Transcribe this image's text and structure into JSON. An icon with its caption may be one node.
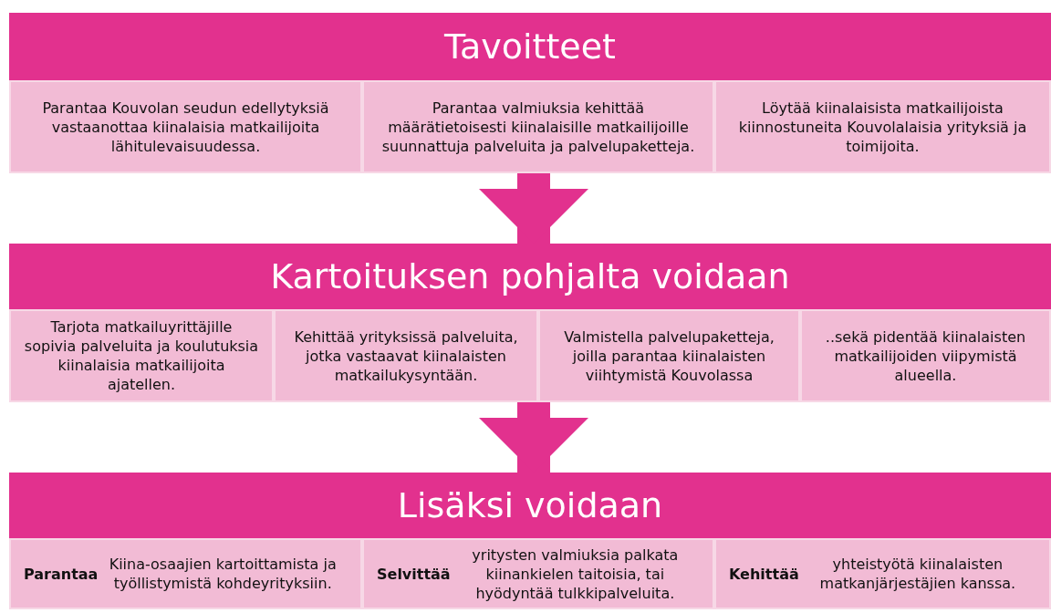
{
  "diagram": {
    "nodes": [
      {
        "text": [
          "Tavoitteet"
        ]
      },
      {
        "text": [
          "Parantaa Kouvolan seudun edellytyksiä vastaanottaa kiinalaisia matkailijoita lähitulevaisuudessa."
        ],
        "in": 0
      },
      {
        "text": [
          "Parantaa valmiuksia kehittää määrätietoisesti kiinalaisille matkailijoille suunnattuja palveluita ja palvelupaketteja."
        ],
        "in": 0
      },
      {
        "text": [
          "Löytää kiinalaisista matkailijoista kiinnostuneita Kouvolalaisia yrityksiä ja toimijoita."
        ],
        "in": 0
      },
      {
        "text": [
          "Kartoituksen pohjalta voidaan"
        ]
      },
      {
        "text": [
          "Tarjota matkailuyrittäjille sopivia palveluita ja koulutuksia kiinalaisia matkailijoita ajatellen."
        ],
        "in": 4
      },
      {
        "text": [
          "Kehittää yrityksissä palveluita, jotka vastaavat kiinalaisten matkailukysyntään."
        ],
        "in": 4
      },
      {
        "text": [
          "Valmistella palvelupaketteja, joilla parantaa kiinalaisten viihtymistä Kouvolassa"
        ],
        "in": 4
      },
      {
        "text": [
          "..sekä pidentää kiinalaisten matkailijoiden viipymistä alueella."
        ],
        "in": 4
      },
      {
        "text": [
          "Lisäksi voidaan"
        ]
      },
      {
        "text": [
          "**Parantaa** Kiina-osaajien kartoittamista ja työllistymistä kohdeyrityksiin."
        ],
        "in": 9
      },
      {
        "text": [
          "**Selvittää** yritysten valmiuksia palkata kiinankielen taitoisia, tai hyödyntää tulkkipalveluita."
        ],
        "in": 9
      },
      {
        "text": [
          "**Kehittää** yhteistyötä kiinalaisten matkanjärjestäjien kanssa."
        ],
        "in": 9
      }
    ],
    "edges": [
      {
        "from": 0,
        "to": 4,
        "arrow": "to"
      },
      {
        "from": 4,
        "to": 9,
        "arrow": "to"
      }
    ]
  }
}
